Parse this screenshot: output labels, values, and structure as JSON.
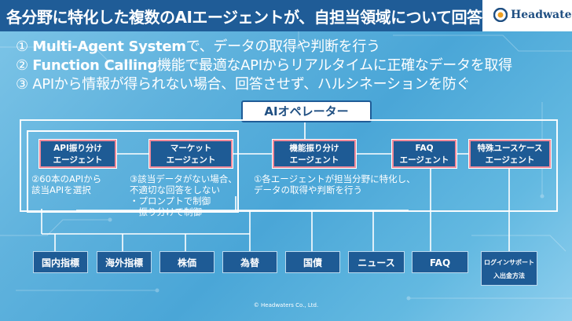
{
  "title": "各分野に特化した複数のAIエージェントが、自担当領域について回答",
  "logo_text": "Headwaters",
  "points": [
    {
      "num": "①",
      "bold": "Multi-Agent System",
      "rest": "で、データの取得や判断を行う"
    },
    {
      "num": "②",
      "bold": "Function Calling",
      "rest": "機能で最適なAPIからリアルタイムに正確なデータを取得"
    },
    {
      "num": "③",
      "bold": "",
      "rest": "APIから情報が得られない場合、回答させず、ハルシネーションを防ぐ"
    }
  ],
  "operator": "AIオペレーター",
  "agents": [
    {
      "line1": "API振り分け",
      "line2": "エージェント"
    },
    {
      "line1": "マーケット",
      "line2": "エージェント"
    },
    {
      "line1": "機能振り分け",
      "line2": "エージェント"
    },
    {
      "line1": "FAQ",
      "line2": "エージェント"
    },
    {
      "line1": "特殊ユースケース",
      "line2": "エージェント"
    }
  ],
  "notes": {
    "n2": [
      "②60本のAPIから",
      "該当APIを選択"
    ],
    "n3": [
      "③該当データがない場合、",
      "不適切な回答をしない",
      "・プロンプトで制御",
      "・振り分けで制御"
    ],
    "n1": [
      "①各エージェントが担当分野に特化し、",
      "データの取得や判断を行う"
    ]
  },
  "categories": [
    "国内指標",
    "海外指標",
    "株価",
    "為替",
    "国債",
    "ニュース",
    "FAQ"
  ],
  "last_category": [
    "ログインサポート",
    "入出金方法"
  ],
  "copyright": "© Headwaters Co., Ltd.",
  "colors": {
    "navy": "#1f5c97",
    "accent_border": "#f08a9a",
    "background": "#5fb2dd"
  }
}
